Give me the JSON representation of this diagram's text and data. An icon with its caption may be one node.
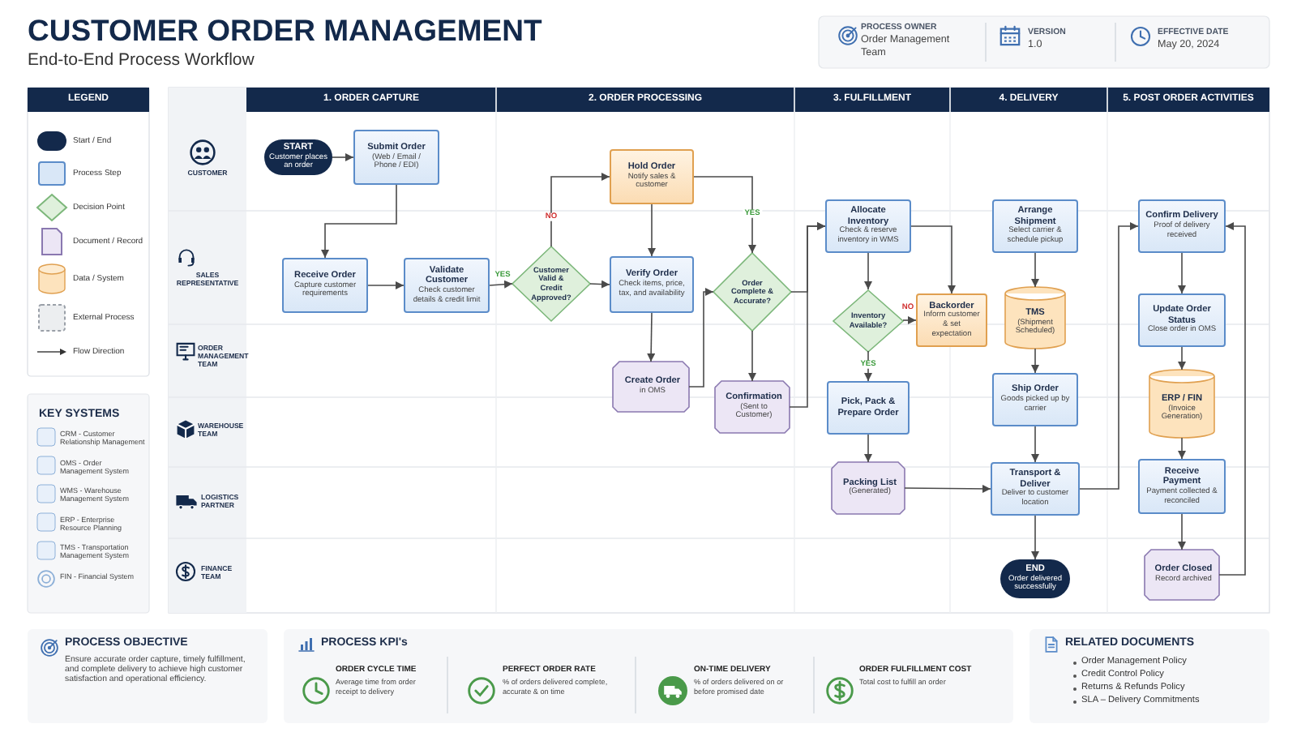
{
  "diagram": {
    "title": "CUSTOMER ORDER MANAGEMENT",
    "nodes": [
      {
        "text": [
          "START",
          "Customer places an order"
        ]
      },
      {
        "text": [
          "Submit Order",
          "(Web / Email / Phone / EDI)"
        ]
      },
      {
        "text": [
          "Receive Order",
          "Capture customer requirements"
        ]
      },
      {
        "text": [
          "Validate Customer",
          "Check customer details & credit limit"
        ]
      },
      {
        "text": [
          "Customer Valid & Credit Approved?"
        ]
      },
      {
        "text": [
          "Hold Order",
          "Notify sales & customer"
        ]
      },
      {
        "text": [
          "Verify Order",
          "Check items, price, tax, and availability"
        ]
      },
      {
        "text": [
          "Create Order",
          "in OMS"
        ]
      },
      {
        "text": [
          "Order Complete & Accurate?"
        ]
      },
      {
        "text": [
          "Confirmation",
          "(Sent to Customer)"
        ]
      },
      {
        "text": [
          "Allocate Inventory",
          "Check & reserve inventory in WMS"
        ]
      },
      {
        "text": [
          "Inventory Available?"
        ]
      },
      {
        "text": [
          "Backorder",
          "Inform customer & set expectation"
        ]
      },
      {
        "text": [
          "Pick, Pack & Prepare Order"
        ]
      },
      {
        "text": [
          "Packing List",
          "(Generated)"
        ]
      },
      {
        "text": [
          "Arrange Shipment",
          "Select carrier & schedule pickup"
        ]
      },
      {
        "text": [
          "TMS",
          "(Shipment Scheduled)"
        ]
      },
      {
        "text": [
          "Ship Order",
          "Goods picked up by carrier"
        ]
      },
      {
        "text": [
          "Transport & Deliver",
          "Deliver to customer location"
        ]
      },
      {
        "text": [
          "END",
          "Order delivered successfully"
        ]
      },
      {
        "text": [
          "Confirm Delivery",
          "Proof of delivery received"
        ]
      },
      {
        "text": [
          "Update Order Status",
          "Close order in OMS"
        ]
      },
      {
        "text": [
          "ERP / FIN",
          "(Invoice Generation)"
        ]
      },
      {
        "text": [
          "Receive Payment",
          "Payment collected & reconciled"
        ]
      },
      {
        "text": [
          "Order Closed",
          "Record archived"
        ]
      }
    ],
    "edges": [
      {
        "from": 0,
        "to": 1,
        "arrow": "to"
      },
      {
        "from": 1,
        "to": 2,
        "arrow": "to"
      },
      {
        "from": 2,
        "to": 3,
        "arrow": "to"
      },
      {
        "from": 3,
        "to": 4,
        "arrow": "to",
        "label": "YES"
      },
      {
        "from": 4,
        "to": 5,
        "arrow": "to",
        "label": "NO"
      },
      {
        "from": 4,
        "to": 6,
        "arrow": "to"
      },
      {
        "from": 5,
        "to": 8,
        "arrow": "to",
        "label": "YES"
      },
      {
        "from": 5,
        "to": 6,
        "arrow": "to"
      },
      {
        "from": 6,
        "to": 7,
        "arrow": "to"
      },
      {
        "from": 7,
        "to": 8,
        "arrow": "to"
      },
      {
        "from": 8,
        "to": 9,
        "arrow": "to"
      },
      {
        "from": 8,
        "to": 10,
        "arrow": "to"
      },
      {
        "from": 9,
        "to": 10,
        "arrow": "to"
      },
      {
        "from": 10,
        "to": 11,
        "arrow": "to"
      },
      {
        "from": 10,
        "to": 12,
        "arrow": "to"
      },
      {
        "from": 11,
        "to": 12,
        "arrow": "to",
        "label": "NO"
      },
      {
        "from": 11,
        "to": 13,
        "arrow": "to",
        "label": "YES"
      },
      {
        "from": 13,
        "to": 14,
        "arrow": "to"
      },
      {
        "from": 14,
        "to": 18,
        "arrow": "to"
      },
      {
        "from": 15,
        "to": 16,
        "arrow": "to"
      },
      {
        "from": 16,
        "to": 17,
        "arrow": "to"
      },
      {
        "from": 17,
        "to": 18,
        "arrow": "to"
      },
      {
        "from": 18,
        "to": 19,
        "arrow": "to"
      },
      {
        "from": 18,
        "to": 20,
        "arrow": "to"
      },
      {
        "from": 20,
        "to": 21,
        "arrow": "to"
      },
      {
        "from": 21,
        "to": 22,
        "arrow": "to"
      },
      {
        "from": 22,
        "to": 23,
        "arrow": "to"
      },
      {
        "from": 23,
        "to": 24,
        "arrow": "to"
      },
      {
        "from": 24,
        "to": 20,
        "arrow": "to"
      }
    ],
    "labels": [
      "End-to-End Process Workflow",
      "PROCESS OWNER",
      "Order Management Team",
      "VERSION",
      "1.0",
      "EFFECTIVE DATE",
      "May 20, 2024",
      "LEGEND",
      "1. ORDER CAPTURE",
      "2. ORDER PROCESSING",
      "3. FULFILLMENT",
      "4. DELIVERY",
      "5. POST ORDER ACTIVITIES",
      "CUSTOMER",
      "SALES REPRESENTATIVE",
      "ORDER MANAGEMENT TEAM",
      "WAREHOUSE TEAM",
      "LOGISTICS PARTNER",
      "FINANCE TEAM",
      "KEY SYSTEMS",
      "CRM - Customer Relationship Management",
      "OMS - Order Management System",
      "WMS - Warehouse Management System",
      "ERP - Enterprise Resource Planning",
      "TMS - Transportation Management System",
      "FIN - Financial System",
      "PROCESS OBJECTIVE",
      "Ensure accurate order capture, timely fulfillment, and complete delivery to achieve high customer satisfaction and operational efficiency.",
      "PROCESS KPI's",
      "ORDER CYCLE TIME",
      "Average time from order receipt to delivery",
      "PERFECT ORDER RATE",
      "% of orders delivered complete, accurate & on time",
      "ON-TIME DELIVERY",
      "% of orders delivered on or before promised date",
      "ORDER FULFILLMENT COST",
      "Total cost to fulfill an order",
      "RELATED DOCUMENTS",
      "Order Management Policy",
      "Credit Control Policy",
      "Returns & Refunds Policy",
      "SLA – Delivery Commitments"
    ],
    "legend": [
      {
        "text": "Start / End"
      },
      {
        "text": "Process Step"
      },
      {
        "text": "Decision Point"
      },
      {
        "text": "Document / Record"
      },
      {
        "text": "Data / System"
      },
      {
        "text": "External Process"
      },
      {
        "text": "Flow Direction"
      }
    ]
  }
}
